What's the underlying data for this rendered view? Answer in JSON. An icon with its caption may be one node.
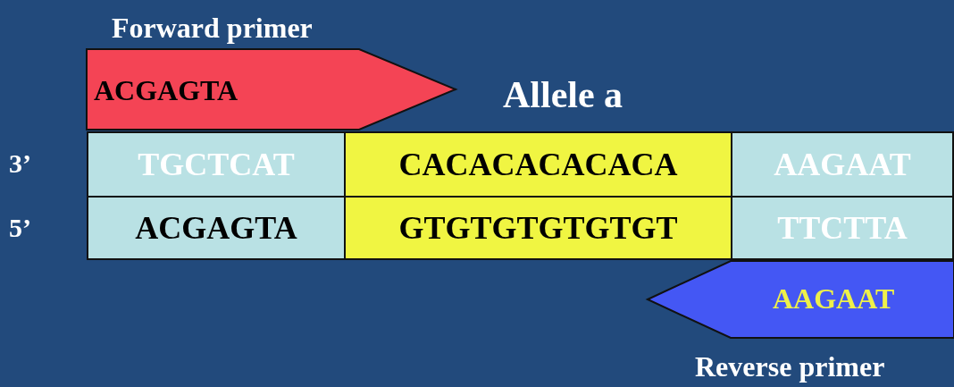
{
  "diagram": {
    "nodes": [
      {
        "text": [
          "Forward primer",
          "ACGAGTA"
        ]
      },
      {
        "text": [
          "TGCTCAT"
        ]
      },
      {
        "text": [
          "CACACACACACA"
        ]
      },
      {
        "text": [
          "AAGAAT"
        ]
      },
      {
        "text": [
          "ACGAGTA"
        ]
      },
      {
        "text": [
          "GTGTGTGTGTGT"
        ]
      },
      {
        "text": [
          "TTCTTA"
        ]
      },
      {
        "text": [
          "AAGAAT",
          "Reverse primer"
        ]
      }
    ],
    "labels": [
      "Allele a",
      "3’",
      "5’"
    ]
  }
}
